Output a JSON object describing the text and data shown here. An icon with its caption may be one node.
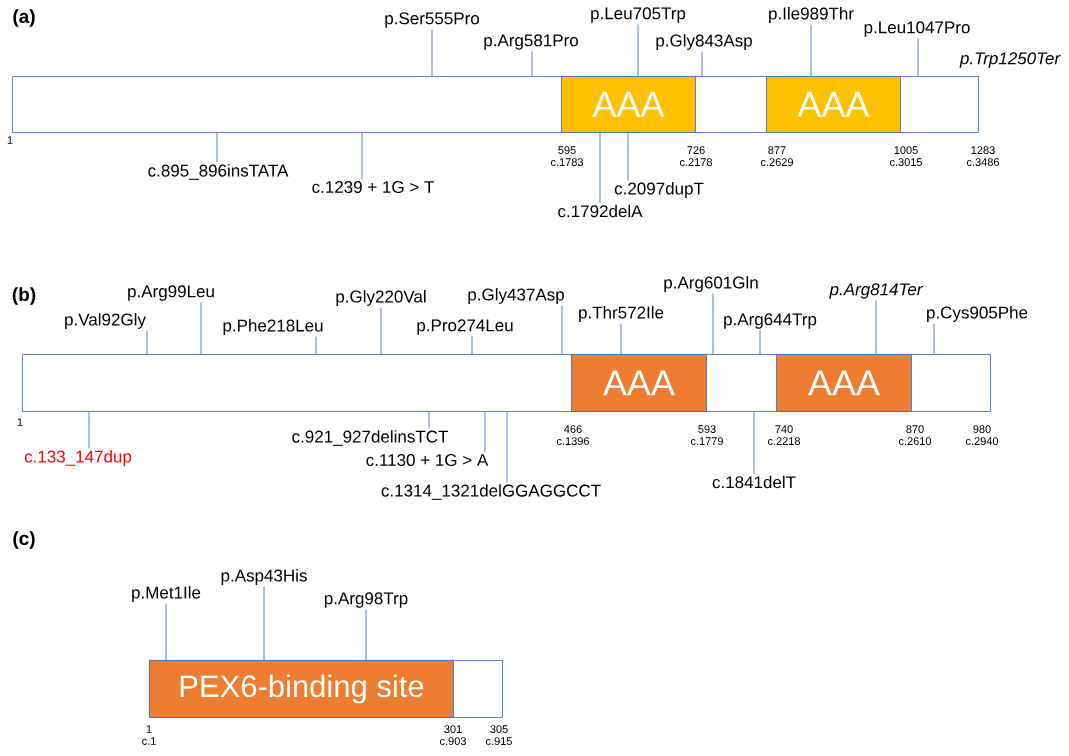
{
  "diagram": {
    "nodes": [
      {
        "text": [],
        "shape": "bar"
      },
      {
        "text": [
          "AAA"
        ],
        "in": 0
      },
      {
        "text": [
          "AAA"
        ],
        "in": 0
      },
      {
        "text": [
          "p.Ser555Pro"
        ]
      },
      {
        "text": [
          "p.Arg581Pro"
        ]
      },
      {
        "text": [
          "p.Leu705Trp"
        ]
      },
      {
        "text": [
          "p.Gly843Asp"
        ]
      },
      {
        "text": [
          "p.Ile989Thr"
        ]
      },
      {
        "text": [
          "p.Leu1047Pro"
        ]
      },
      {
        "text": [
          "c.895_896insTATA"
        ]
      },
      {
        "text": [
          "c.1239 + 1G > T"
        ]
      },
      {
        "text": [
          "c.1792delA"
        ]
      },
      {
        "text": [
          "c.2097dupT"
        ]
      },
      {
        "text": [],
        "shape": "bar"
      },
      {
        "text": [
          "AAA"
        ],
        "in": 13
      },
      {
        "text": [
          "AAA"
        ],
        "in": 13
      },
      {
        "text": [
          "p.Val92Gly"
        ]
      },
      {
        "text": [
          "p.Arg99Leu"
        ]
      },
      {
        "text": [
          "p.Phe218Leu"
        ]
      },
      {
        "text": [
          "p.Gly220Val"
        ]
      },
      {
        "text": [
          "p.Pro274Leu"
        ]
      },
      {
        "text": [
          "p.Gly437Asp"
        ]
      },
      {
        "text": [
          "p.Thr572Ile"
        ]
      },
      {
        "text": [
          "p.Arg601Gln"
        ]
      },
      {
        "text": [
          "p.Arg644Trp"
        ]
      },
      {
        "text": [
          "p.Arg814Ter"
        ]
      },
      {
        "text": [
          "p.Cys905Phe"
        ]
      },
      {
        "text": [
          "c.133_147dup"
        ]
      },
      {
        "text": [
          "c.921_927delinsTCT"
        ]
      },
      {
        "text": [
          "c.1130 + 1G > A"
        ]
      },
      {
        "text": [
          "c.1314_1321delGGAGGCCT"
        ]
      },
      {
        "text": [
          "c.1841delT"
        ]
      },
      {
        "text": [],
        "shape": "bar"
      },
      {
        "text": [
          "PEX6-binding site"
        ],
        "in": 32
      },
      {
        "text": [
          "p.Met1Ile"
        ]
      },
      {
        "text": [
          "p.Asp43His"
        ]
      },
      {
        "text": [
          "p.Arg98Trp"
        ]
      }
    ],
    "edges": [
      {
        "from": 3,
        "to": 0,
        "arrow": "none"
      },
      {
        "from": 4,
        "to": 0,
        "arrow": "none"
      },
      {
        "from": 5,
        "to": 1,
        "arrow": "none"
      },
      {
        "from": 6,
        "to": 0,
        "arrow": "none"
      },
      {
        "from": 7,
        "to": 2,
        "arrow": "none"
      },
      {
        "from": 8,
        "to": 0,
        "arrow": "none"
      },
      {
        "from": 9,
        "to": 0,
        "arrow": "none"
      },
      {
        "from": 10,
        "to": 0,
        "arrow": "none"
      },
      {
        "from": 11,
        "to": 1,
        "arrow": "none"
      },
      {
        "from": 12,
        "to": 1,
        "arrow": "none"
      },
      {
        "from": 16,
        "to": 13,
        "arrow": "none"
      },
      {
        "from": 17,
        "to": 13,
        "arrow": "none"
      },
      {
        "from": 18,
        "to": 13,
        "arrow": "none"
      },
      {
        "from": 19,
        "to": 13,
        "arrow": "none"
      },
      {
        "from": 20,
        "to": 13,
        "arrow": "none"
      },
      {
        "from": 21,
        "to": 13,
        "arrow": "none"
      },
      {
        "from": 22,
        "to": 14,
        "arrow": "none"
      },
      {
        "from": 23,
        "to": 13,
        "arrow": "none"
      },
      {
        "from": 24,
        "to": 13,
        "arrow": "none"
      },
      {
        "from": 25,
        "to": 15,
        "arrow": "none"
      },
      {
        "from": 26,
        "to": 13,
        "arrow": "none"
      },
      {
        "from": 27,
        "to": 13,
        "arrow": "none"
      },
      {
        "from": 28,
        "to": 13,
        "arrow": "none"
      },
      {
        "from": 29,
        "to": 13,
        "arrow": "none"
      },
      {
        "from": 30,
        "to": 13,
        "arrow": "none"
      },
      {
        "from": 31,
        "to": 13,
        "arrow": "none"
      },
      {
        "from": 34,
        "to": 33,
        "arrow": "none"
      },
      {
        "from": 35,
        "to": 33,
        "arrow": "none"
      },
      {
        "from": 36,
        "to": 33,
        "arrow": "none"
      }
    ],
    "labels": [
      "(a)",
      "p.Trp1250Ter",
      "1",
      "595 c.1783",
      "726 c.2178",
      "877 c.2629",
      "1005 c.3015",
      "1283 c.3486",
      "(b)",
      "1",
      "466 c.1396",
      "593 c.1779",
      "740 c.2218",
      "870 c.2610",
      "980 c.2940",
      "(c)",
      "1 c.1",
      "301 c.903",
      "305 c.915"
    ]
  }
}
